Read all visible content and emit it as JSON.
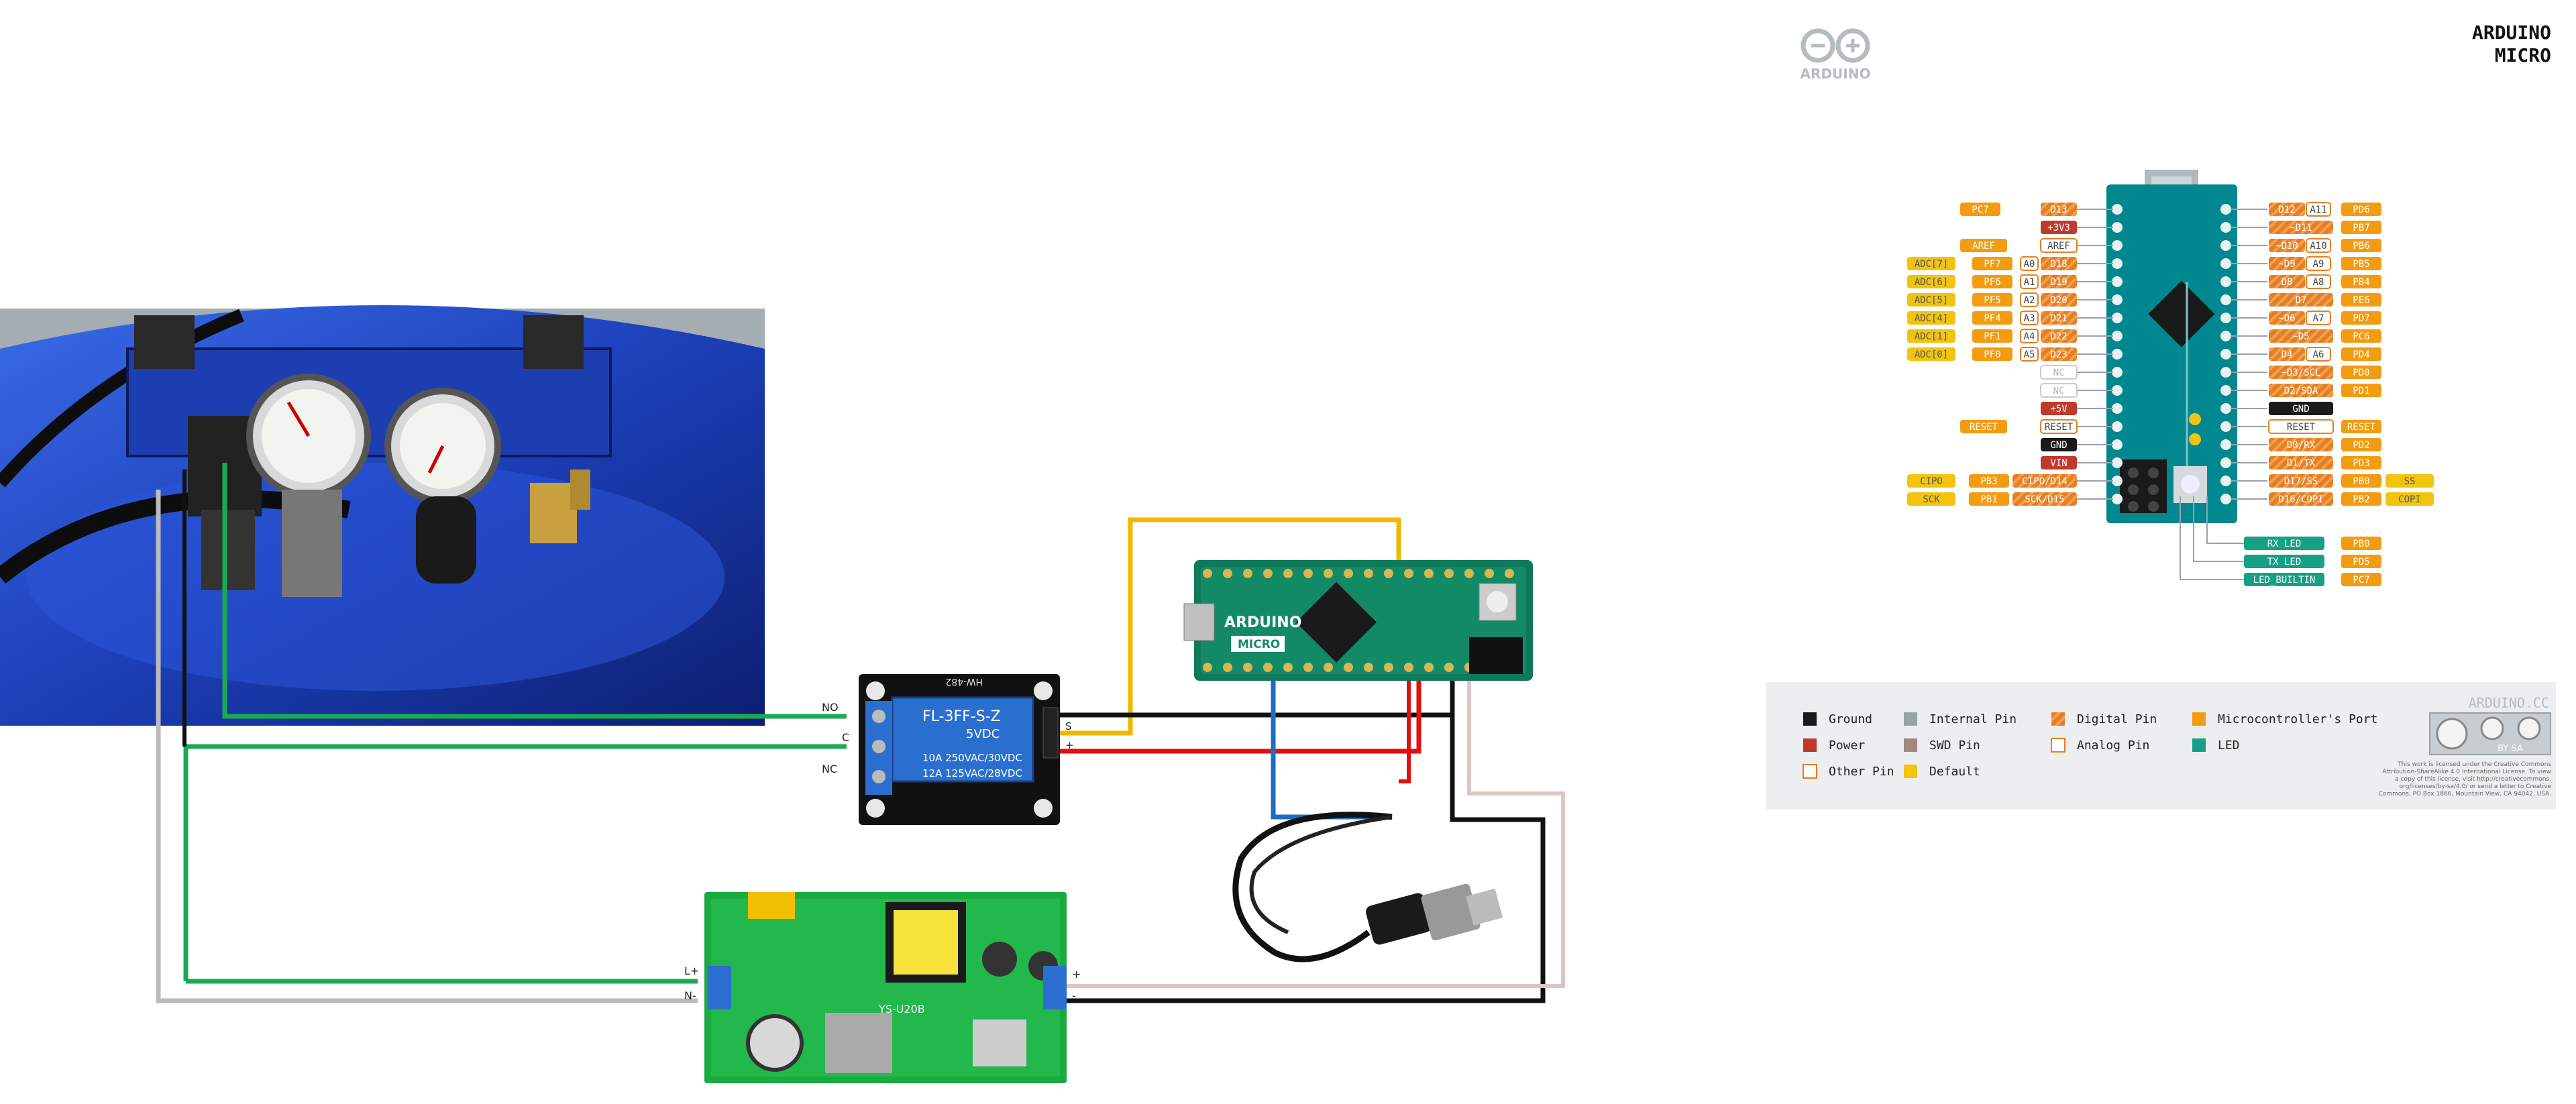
{
  "wiring": {
    "relay": {
      "model": "FL-3FF-S-Z",
      "coil": "5VDC",
      "rating1": "10A 250VAC/30VDC",
      "rating2": "12A 125VAC/28VDC",
      "board_code": "HW-482",
      "terminals": [
        "NO",
        "C",
        "NC"
      ],
      "inputs": [
        "S",
        "+"
      ]
    },
    "psu": {
      "code": "YS-U20B",
      "terminals": [
        "L+",
        "N-"
      ],
      "outputs": [
        "+",
        "-"
      ]
    },
    "micro_board": {
      "name": "ARDUINO",
      "model": "MICRO"
    }
  },
  "pinout": {
    "logo_text": "ARDUINO",
    "title_line1": "ARDUINO",
    "title_line2": "MICRO",
    "left_rows": [
      {
        "adc": "",
        "port": "PC7",
        "alt": "",
        "pin": "D13",
        "pin_type": "digital"
      },
      {
        "adc": "",
        "port": "",
        "alt": "",
        "pin": "+3V3",
        "pin_type": "power"
      },
      {
        "adc": "",
        "port": "AREF",
        "alt": "",
        "pin": "AREF",
        "pin_type": "analog"
      },
      {
        "adc": "ADC[7]",
        "port": "PF7",
        "alt": "A0",
        "pin": "D18",
        "pin_type": "digital"
      },
      {
        "adc": "ADC[6]",
        "port": "PF6",
        "alt": "A1",
        "pin": "D19",
        "pin_type": "digital"
      },
      {
        "adc": "ADC[5]",
        "port": "PF5",
        "alt": "A2",
        "pin": "D20",
        "pin_type": "digital"
      },
      {
        "adc": "ADC[4]",
        "port": "PF4",
        "alt": "A3",
        "pin": "D21",
        "pin_type": "digital"
      },
      {
        "adc": "ADC[1]",
        "port": "PF1",
        "alt": "A4",
        "pin": "D22",
        "pin_type": "digital"
      },
      {
        "adc": "ADC[0]",
        "port": "PF0",
        "alt": "A5",
        "pin": "D23",
        "pin_type": "digital"
      },
      {
        "adc": "",
        "port": "",
        "alt": "",
        "pin": "NC",
        "pin_type": "other"
      },
      {
        "adc": "",
        "port": "",
        "alt": "",
        "pin": "NC",
        "pin_type": "other"
      },
      {
        "adc": "",
        "port": "",
        "alt": "",
        "pin": "+5V",
        "pin_type": "power"
      },
      {
        "adc": "",
        "port": "RESET",
        "alt": "",
        "pin": "RESET",
        "pin_type": "other"
      },
      {
        "adc": "",
        "port": "",
        "alt": "",
        "pin": "GND",
        "pin_type": "ground"
      },
      {
        "adc": "",
        "port": "",
        "alt": "",
        "pin": "VIN",
        "pin_type": "power"
      },
      {
        "adc": "CIPO",
        "port": "PB3",
        "alt": "",
        "pin": "CIPO/D14",
        "pin_type": "digital"
      },
      {
        "adc": "SCK",
        "port": "PB1",
        "alt": "",
        "pin": "SCK/D15",
        "pin_type": "digital"
      }
    ],
    "right_rows": [
      {
        "pin": "D12",
        "alt": "A11",
        "port": "PD6",
        "extra": "",
        "pin_type": "digital"
      },
      {
        "pin": "~D11",
        "alt": "",
        "port": "PB7",
        "extra": "",
        "pin_type": "digital"
      },
      {
        "pin": "~D10",
        "alt": "A10",
        "port": "PB6",
        "extra": "",
        "pin_type": "digital"
      },
      {
        "pin": "~D9",
        "alt": "A9",
        "port": "PB5",
        "extra": "",
        "pin_type": "digital"
      },
      {
        "pin": "D8",
        "alt": "A8",
        "port": "PB4",
        "extra": "",
        "pin_type": "digital"
      },
      {
        "pin": "D7",
        "alt": "",
        "port": "PE6",
        "extra": "",
        "pin_type": "digital"
      },
      {
        "pin": "~D6",
        "alt": "A7",
        "port": "PD7",
        "extra": "",
        "pin_type": "digital"
      },
      {
        "pin": "~D5",
        "alt": "",
        "port": "PC6",
        "extra": "",
        "pin_type": "digital"
      },
      {
        "pin": "D4",
        "alt": "A6",
        "port": "PD4",
        "extra": "",
        "pin_type": "digital"
      },
      {
        "pin": "~D3/SCL",
        "alt": "",
        "port": "PD0",
        "extra": "",
        "pin_type": "digital"
      },
      {
        "pin": "D2/SDA",
        "alt": "",
        "port": "PD1",
        "extra": "",
        "pin_type": "digital"
      },
      {
        "pin": "GND",
        "alt": "",
        "port": "",
        "extra": "",
        "pin_type": "ground"
      },
      {
        "pin": "RESET",
        "alt": "",
        "port": "RESET",
        "extra": "",
        "pin_type": "other"
      },
      {
        "pin": "D0/RX",
        "alt": "",
        "port": "PD2",
        "extra": "",
        "pin_type": "digital"
      },
      {
        "pin": "D1/TX",
        "alt": "",
        "port": "PD3",
        "extra": "",
        "pin_type": "digital"
      },
      {
        "pin": "D17/SS",
        "alt": "",
        "port": "PB0",
        "extra": "SS",
        "pin_type": "digital"
      },
      {
        "pin": "D16/COPI",
        "alt": "",
        "port": "PB2",
        "extra": "COPI",
        "pin_type": "digital"
      }
    ],
    "leds": [
      {
        "label": "RX LED",
        "port": "PB0"
      },
      {
        "label": "TX LED",
        "port": "PD5"
      },
      {
        "label": "LED_BUILTIN",
        "port": "PC7"
      }
    ],
    "legend": [
      {
        "label": "Ground",
        "color": "#1a1a1a",
        "style": "solid"
      },
      {
        "label": "Internal Pin",
        "color": "#95a5a6",
        "style": "solid"
      },
      {
        "label": "Digital Pin",
        "color": "#e67e22",
        "style": "hatch"
      },
      {
        "label": "Microcontroller's Port",
        "color": "#f39c12",
        "style": "solid"
      },
      {
        "label": "Power",
        "color": "#c0392b",
        "style": "solid"
      },
      {
        "label": "SWD Pin",
        "color": "#a1887f",
        "style": "solid"
      },
      {
        "label": "Analog Pin",
        "color": "#ffffff",
        "style": "outline-orange"
      },
      {
        "label": "LED",
        "color": "#16a085",
        "style": "solid"
      },
      {
        "label": "Other Pin",
        "color": "#ffffff",
        "style": "outline-orange"
      },
      {
        "label": "Default",
        "color": "#f1c40f",
        "style": "solid"
      }
    ],
    "website": "ARDUINO.CC",
    "license_badge": "BY SA",
    "license_text": [
      "This work is licensed under the Creative Commons",
      "Attribution-ShareAlike 4.0 International License. To view",
      "a copy of this license, visit http://creativecommons.",
      "org/licenses/by-sa/4.0/ or send a letter to Creative",
      "Commons, PO Box 1866, Mountain View, CA 94042, USA."
    ]
  },
  "colors": {
    "digital": "#e67e22",
    "port": "#f39c12",
    "adc": "#f1c40f",
    "power": "#c0392b",
    "ground": "#1a1a1a",
    "led": "#16a085",
    "board": "#00878f",
    "wire_green": "#1aaa55",
    "wire_black": "#111111",
    "wire_red": "#e01010",
    "wire_yellow": "#f0b800",
    "wire_blue": "#1a6fc0",
    "wire_gray": "#bbbbbb",
    "wire_pink": "#e0c4c4"
  }
}
